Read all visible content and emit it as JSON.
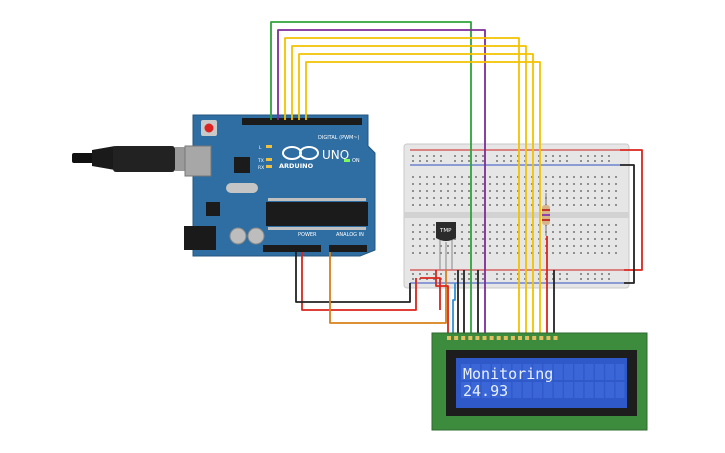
{
  "arduino": {
    "brand": "ARDUINO",
    "model": "UNO",
    "digital_label": "DIGITAL (PWM~)",
    "power_label": "POWER",
    "analog_label": "ANALOG IN",
    "on_label": "ON",
    "tx_label": "TX",
    "rx_label": "RX",
    "l_label": "L"
  },
  "sensor": {
    "label": "TMP"
  },
  "lcd": {
    "line1": "Monitoring",
    "line2": "24.93"
  },
  "colors": {
    "arduino_board": "#2e6ea2",
    "breadboard": "#e6e6e6",
    "lcd_pcb": "#3d8b3d",
    "lcd_screen": "#2f58c8",
    "wire_green": "#2ea43a",
    "wire_purple": "#7e2c9a",
    "wire_yellow": "#f2c200",
    "wire_red": "#d9261c",
    "wire_black": "#222222",
    "wire_orange": "#d9801a",
    "wire_blue": "#2f8fd8"
  }
}
